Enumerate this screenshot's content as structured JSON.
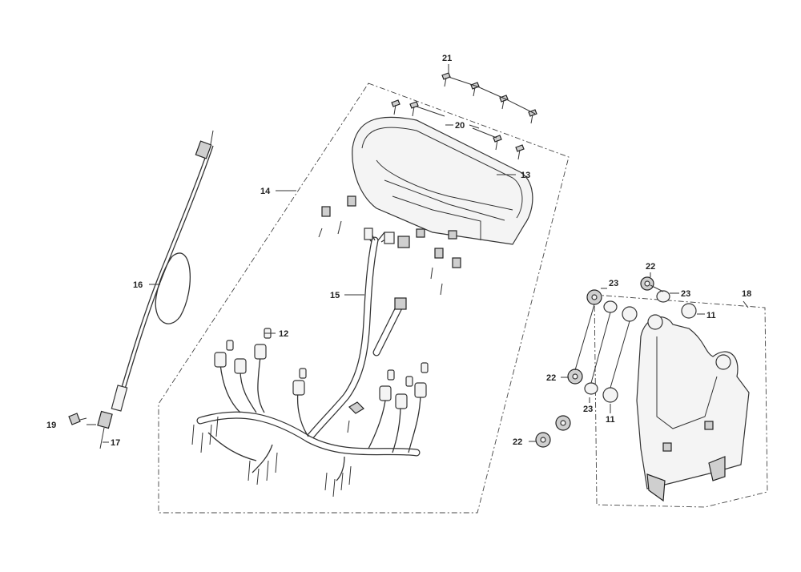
{
  "callouts": {
    "c11a": "11",
    "c11b": "11",
    "c12": "12",
    "c13": "13",
    "c14": "14",
    "c15": "15",
    "c16": "16",
    "c17": "17",
    "c18": "18",
    "c19": "19",
    "c20": "20",
    "c21": "21",
    "c22a": "22",
    "c22b": "22",
    "c22c": "22",
    "c23a": "23",
    "c23b": "23",
    "c23c": "23"
  },
  "icons": {
    "meter": "instrument-cluster-icon",
    "harness": "wire-harness-icon",
    "cable": "speedometer-cable-icon",
    "bracket": "mounting-bracket-icon",
    "screw": "screw-icon",
    "grommet": "rubber-grommet-icon",
    "washer": "washer-icon",
    "bulb": "bulb-socket-icon"
  }
}
